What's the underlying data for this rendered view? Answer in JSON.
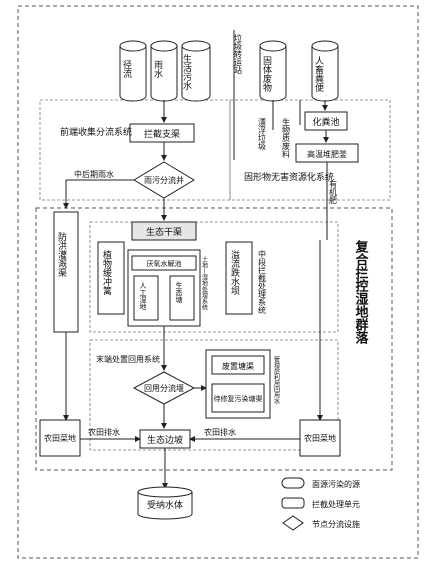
{
  "sources": {
    "runoff": "径流",
    "rain": "雨水",
    "domestic_sewage": "生活污水",
    "solid_waste": "固体废物",
    "manure": "人畜粪便"
  },
  "labels": {
    "garbage_station": "垃圾转运站",
    "dead_float": "漂浮垃圾",
    "bio_waste": "生物质废料",
    "intercept_channel": "拦截支渠",
    "septic": "化粪池",
    "compost": "高温堆肥釜",
    "front_system": "前端收集分流系统",
    "mid_late_rain": "中后期雨水",
    "rain_sewage_well": "雨污分流井",
    "solid_system": "固形物无害资源化系统",
    "organic_fertilizer": "有机肥",
    "eco_channel": "生态干渠",
    "flood_channel": "防洪灌溉渠",
    "plant_buffer": "植物缓冲篱",
    "anaerobic": "厌氧水解池",
    "artificial_wetland": "人工湿地",
    "ecological_pond": "生态塘",
    "soil_wetland": "土地—湿地处理系统",
    "overflow_weir": "溢流跌水坝",
    "mid_system": "中段拦截处理系统",
    "complex_wetland": "复合拦控湿地群落",
    "terminal_system": "末端处置回用系统",
    "reuse_well": "回用分流堰",
    "abandoned_pond": "废置塘渠",
    "repair_pond": "待修复污染塘渠",
    "mgmt_flow": "管理层利用回用水",
    "farmland_left": "农田菜地",
    "farmland_right": "农田菜地",
    "farm_drain_left": "农田排水",
    "farm_drain_right": "农田排水",
    "eco_slope": "生态边坡",
    "receiving_water": "受纳水体"
  },
  "legend": [
    {
      "shape": "cylinder",
      "label": "面源污染的源"
    },
    {
      "shape": "rounded-rect",
      "label": "拦截处理单元"
    },
    {
      "shape": "diamond",
      "label": "节点分流设施"
    }
  ]
}
